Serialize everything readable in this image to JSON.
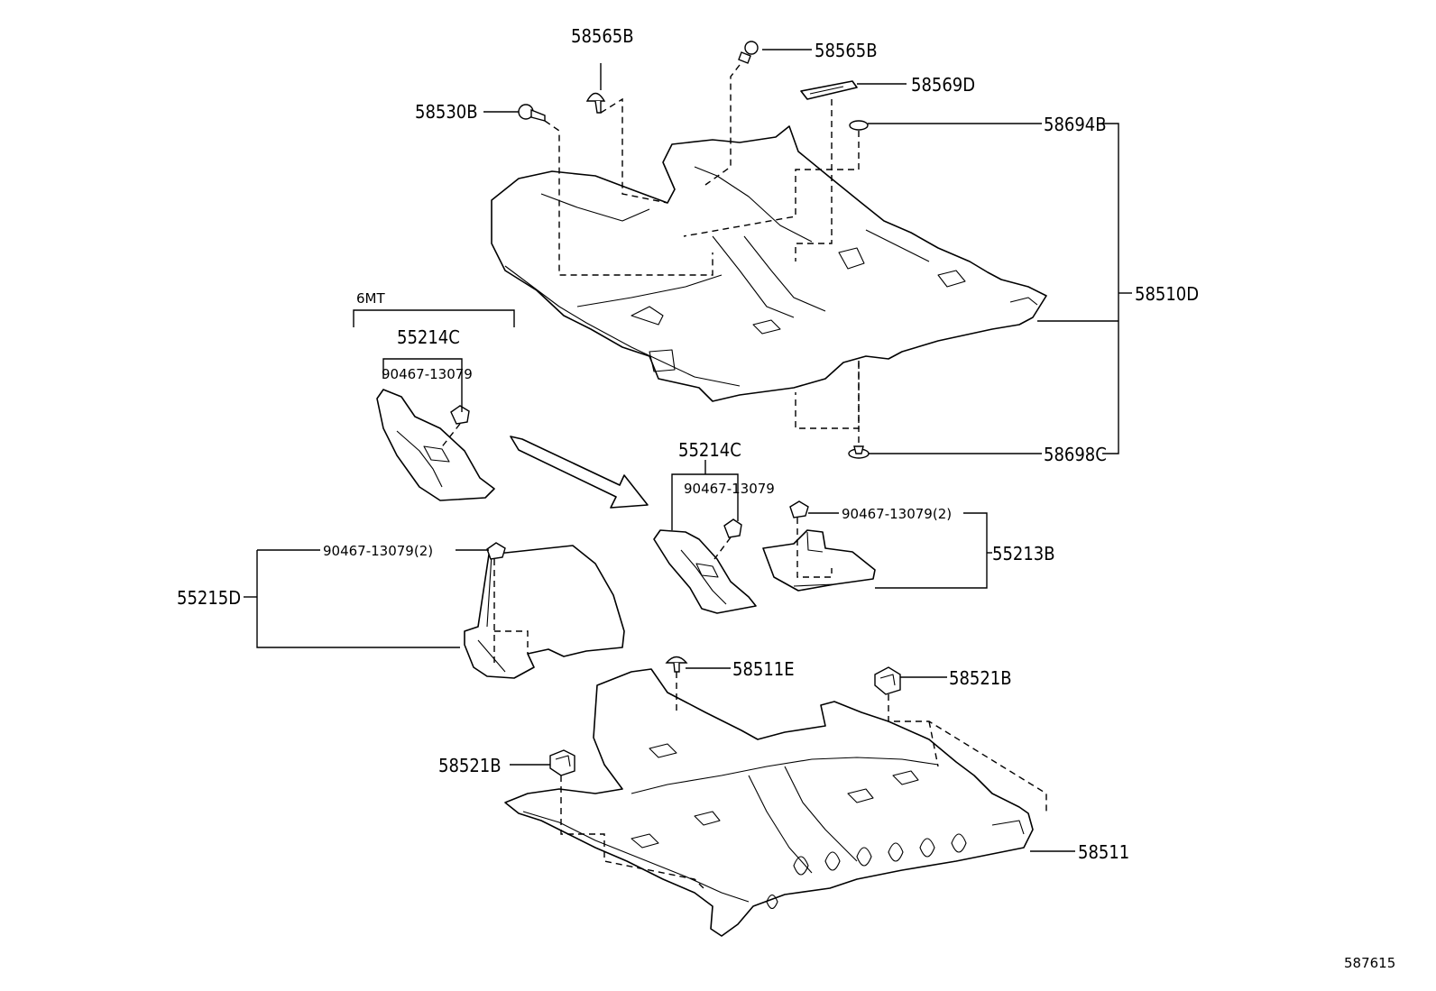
{
  "diagram": {
    "group_label": "6MT",
    "figure_id": "587615",
    "parts": {
      "p58565B_a": "58565B",
      "p58565B_b": "58565B",
      "p58569D": "58569D",
      "p58530B": "58530B",
      "p58694B": "58694B",
      "p58510D": "58510D",
      "p58698C": "58698C",
      "p55214C_a": "55214C",
      "p90467_a": "90467-13079",
      "p55214C_b": "55214C",
      "p90467_b": "90467-13079",
      "p90467_c": "90467-13079(2)",
      "p55213B": "55213B",
      "p90467_d": "90467-13079(2)",
      "p55215D": "55215D",
      "p58511E": "58511E",
      "p58521B_a": "58521B",
      "p58521B_b": "58521B",
      "p58511": "58511"
    }
  }
}
